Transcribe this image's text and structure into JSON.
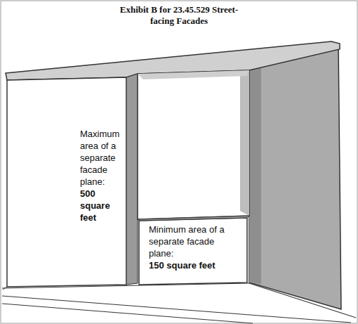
{
  "diagram": {
    "title": "Exhibit B for 23.45.529 Street-facing Facades",
    "labels": [
      "Maximum area of a separate facade plane:",
      "500 square feet",
      "Minimum area of a separate facade plane:",
      "150 square feet"
    ]
  }
}
